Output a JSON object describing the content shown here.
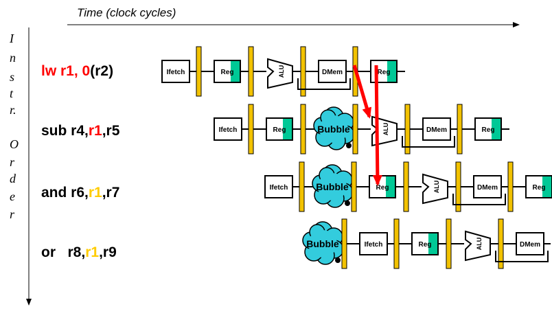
{
  "axes": {
    "time_label": "Time (clock cycles)",
    "order_letters": [
      "I",
      "n",
      "s",
      "t",
      "r.",
      "O",
      "r",
      "d",
      "e",
      "r"
    ]
  },
  "instructions": [
    {
      "parts": [
        {
          "text": "lw r1, ",
          "color": "#ff0000"
        },
        {
          "text": "0",
          "color": "#ff0000"
        },
        {
          "text": "(r2)",
          "color": "#000000"
        }
      ]
    },
    {
      "parts": [
        {
          "text": "sub r4,",
          "color": "#000000"
        },
        {
          "text": "r1",
          "color": "#ff0000"
        },
        {
          "text": ",r5",
          "color": "#000000"
        }
      ]
    },
    {
      "parts": [
        {
          "text": "and r6,",
          "color": "#000000"
        },
        {
          "text": "r1",
          "color": "#ffcc00"
        },
        {
          "text": ",r7",
          "color": "#000000"
        }
      ]
    },
    {
      "parts": [
        {
          "text": "or   r8,",
          "color": "#000000"
        },
        {
          "text": "r1",
          "color": "#ffcc00"
        },
        {
          "text": ",r9",
          "color": "#000000"
        }
      ]
    }
  ],
  "stage_labels": {
    "ifetch": "Ifetch",
    "reg": "Reg",
    "alu": "ALU",
    "dmem": "DMem",
    "bubble": "Bubble"
  },
  "rows": [
    [
      "ifetch",
      "reg",
      "alu",
      "dmem",
      "reg"
    ],
    [
      "ifetch",
      "reg",
      "bubble",
      "alu",
      "dmem",
      "reg"
    ],
    [
      "ifetch",
      "bubble",
      "reg",
      "alu",
      "dmem",
      "reg"
    ],
    [
      "bubble",
      "ifetch",
      "reg",
      "alu",
      "dmem"
    ]
  ],
  "colors": {
    "pipeline_register": "#f2c200",
    "register_fill": "#00c896",
    "bubble": "#33ccdd",
    "forward_arrow": "#ff0000",
    "red_text": "#ff0000",
    "yellow_text": "#ffcc00"
  }
}
